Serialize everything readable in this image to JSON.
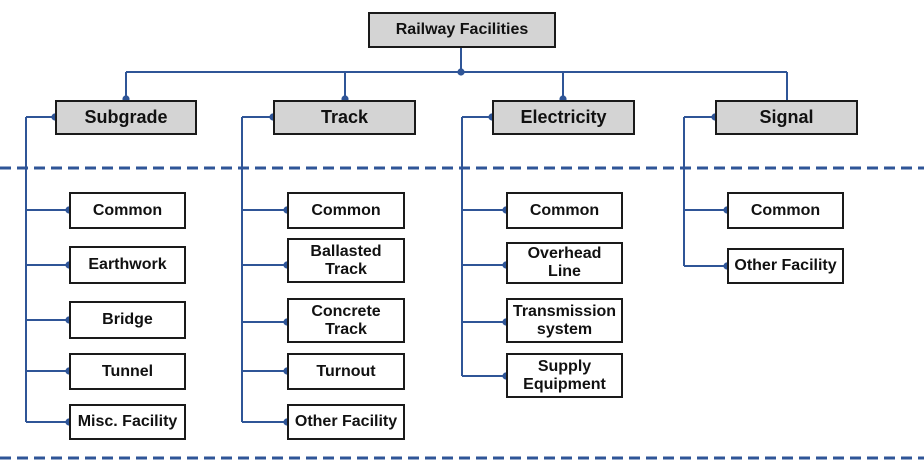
{
  "root": {
    "label": "Railway Facilities"
  },
  "categories": [
    {
      "label": "Subgrade",
      "items": [
        "Common",
        "Earthwork",
        "Bridge",
        "Tunnel",
        "Misc. Facility"
      ]
    },
    {
      "label": "Track",
      "items": [
        "Common",
        "Ballasted Track",
        "Concrete Track",
        "Turnout",
        "Other Facility"
      ]
    },
    {
      "label": "Electricity",
      "items": [
        "Common",
        "Overhead Line",
        "Transmission system",
        "Supply Equipment"
      ]
    },
    {
      "label": "Signal",
      "items": [
        "Common",
        "Other Facility"
      ]
    }
  ],
  "colors": {
    "connector": "#2f5597",
    "separator": "#2f5597",
    "header_fill": "#d4d4d4",
    "border": "#1a1a1a"
  }
}
